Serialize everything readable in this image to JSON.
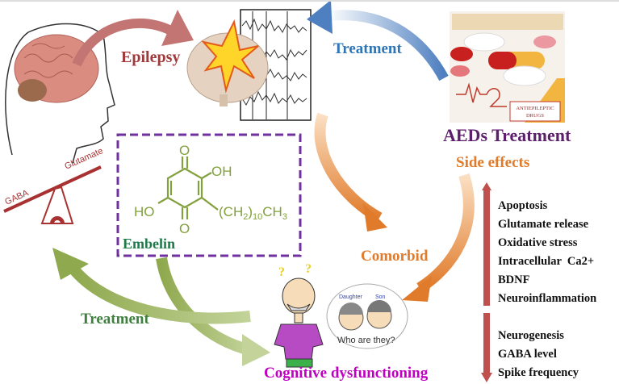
{
  "labels": {
    "epilepsy": "Epilepsy",
    "treatment_top": "Treatment",
    "aeds_treatment": "AEDs Treatment",
    "side_effects": "Side effects",
    "comorbid": "Comorbid",
    "treatment_bottom": "Treatment",
    "cognitive": "Cognitive dysfunctioning",
    "embelin": "Embelin"
  },
  "seesaw": {
    "left": "GABA",
    "right": "Glutamate"
  },
  "drug_image": {
    "caption_line1": "ANTIEPILEPTIC",
    "caption_line2": "DRUGS"
  },
  "cartoon": {
    "daughter": "Daughter",
    "son": "Son",
    "question": "Who are they?"
  },
  "chemistry": {
    "o_top": "O",
    "oh": "OH",
    "ho": "HO",
    "o_bottom": "O",
    "chain_prefix": "(CH",
    "chain_sub1": "2",
    "chain_mid": ")",
    "chain_sub2": "10",
    "chain_suffix": "CH",
    "chain_sub3": "3"
  },
  "increased_effects": [
    "Apoptosis",
    "Glutamate release",
    "Oxidative stress",
    "Intracellular  Ca2+",
    "BDNF",
    "Neuroinflammation"
  ],
  "decreased_effects": [
    "Neurogenesis",
    "GABA level",
    "Spike frequency"
  ],
  "colors": {
    "epilepsy": "#a0393c",
    "treatment_top": "#2e75b6",
    "aeds": "#5c1f6a",
    "orange": "#e07b2b",
    "green": "#3f7f3f",
    "magenta": "#c000c0",
    "embelin": "#1f7a4a",
    "box": "#7030a0",
    "chem": "#82a03c",
    "red_arrow": "#c0504d"
  }
}
